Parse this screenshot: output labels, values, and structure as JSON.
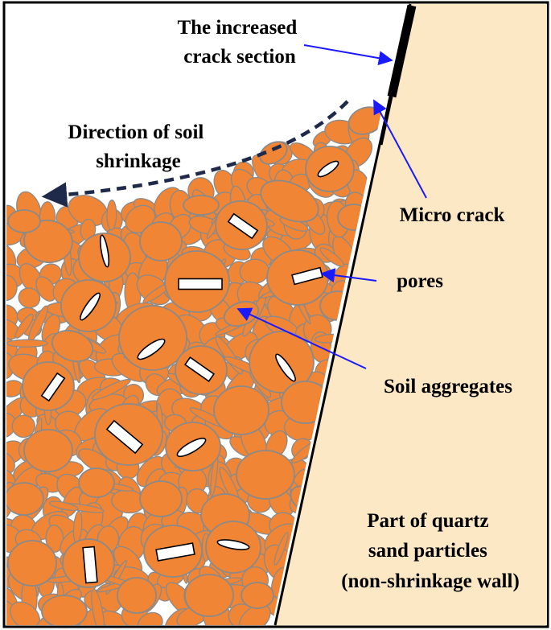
{
  "labels": {
    "crack_section": [
      "The increased",
      "crack section"
    ],
    "shrink_direction": [
      "Direction of soil",
      "shrinkage"
    ],
    "micro_crack": "Micro crack",
    "pores": "pores",
    "soil_aggregates": "Soil aggregates",
    "quartz_wall": [
      "Part of quartz",
      "sand particles",
      "(non-shrinkage wall)"
    ]
  },
  "colors": {
    "aggregate_fill": "#ef8535",
    "aggregate_stroke": "#8a8a8a",
    "wall_fill": "#fde8c6",
    "arrow": "#1a1aff",
    "dashed_arrow": "#1f2a4a",
    "crack": "#000000",
    "pore": "#ffffff"
  }
}
